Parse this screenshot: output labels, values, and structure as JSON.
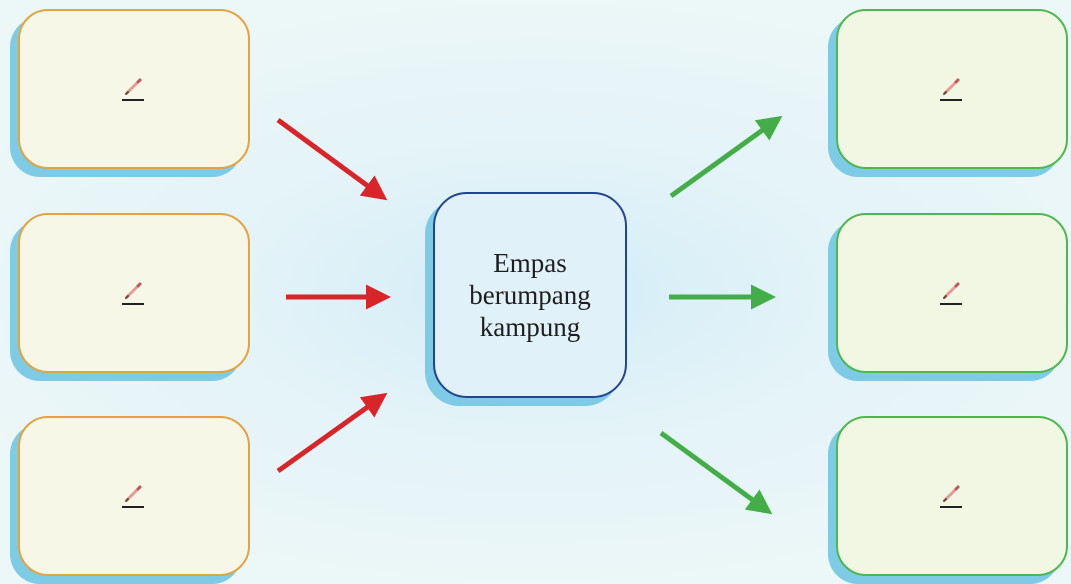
{
  "center": {
    "line1": "Empas",
    "line2": "berumpang",
    "line3": "kampung"
  },
  "colors": {
    "input_border": "#e3a33e",
    "output_border": "#4db84f",
    "center_border": "#23448f",
    "input_arrow": "#d9242a",
    "output_arrow": "#43ad47",
    "shadow": "#7ecbe5"
  },
  "icons": {
    "blank_box_icon": "pencil-icon"
  }
}
